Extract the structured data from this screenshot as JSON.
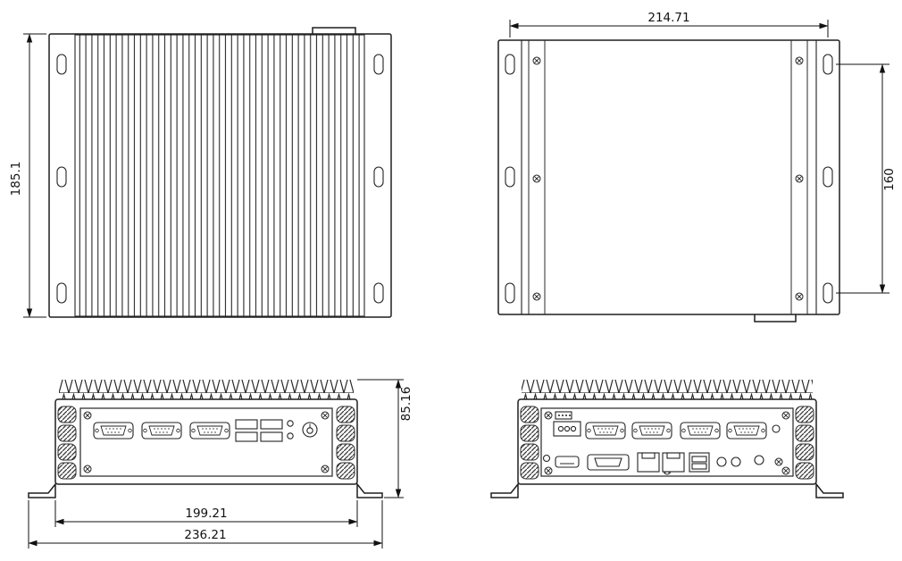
{
  "dimensions": {
    "depth": "185.1",
    "mount_width": "214.71",
    "mount_height": "160",
    "height": "85.16",
    "body_width": "199.21",
    "overall_width": "236.21"
  }
}
